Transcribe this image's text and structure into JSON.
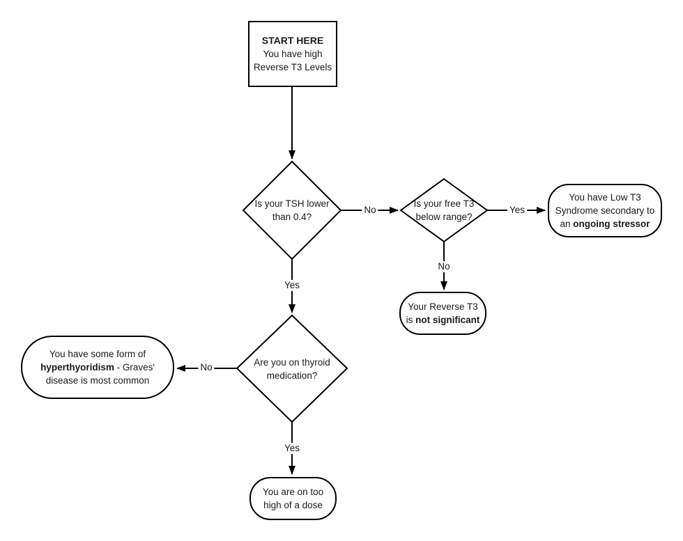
{
  "diagram": {
    "background_color": "#ffffff",
    "line_color": "#000000",
    "text_color": "#1a1a1a",
    "nodes": {
      "start": {
        "heading": "START HERE",
        "line1": "You have high",
        "line2": "Reverse T3 Levels"
      },
      "tsh_decision": {
        "line1": "Is your TSH lower",
        "line2": "than 0.4?"
      },
      "free_t3_decision": {
        "line1": "Is your free T3",
        "line2": "below range?"
      },
      "low_t3_outcome": {
        "line1": "You have Low T3",
        "line2": "Syndrome secondary to",
        "line3_pre": "an ",
        "line3_bold": "ongoing stressor"
      },
      "reverse_t3_outcome": {
        "line1": "Your Reverse T3",
        "line2_pre": "is ",
        "line2_bold": "not significant"
      },
      "medication_decision": {
        "line1": "Are you on thyroid",
        "line2": "medication?"
      },
      "hyperthyroid_outcome": {
        "line1": "You have some form of",
        "line2_bold": "hyperthyoridism",
        "line2_post": " - Graves'",
        "line3": "disease is most common"
      },
      "dose_outcome": {
        "line1": "You are on too",
        "line2": "high of a dose"
      }
    },
    "edge_labels": {
      "tsh_no": "No",
      "tsh_yes": "Yes",
      "free_t3_yes": "Yes",
      "free_t3_no": "No",
      "medication_no": "No",
      "medication_yes": "Yes"
    }
  }
}
